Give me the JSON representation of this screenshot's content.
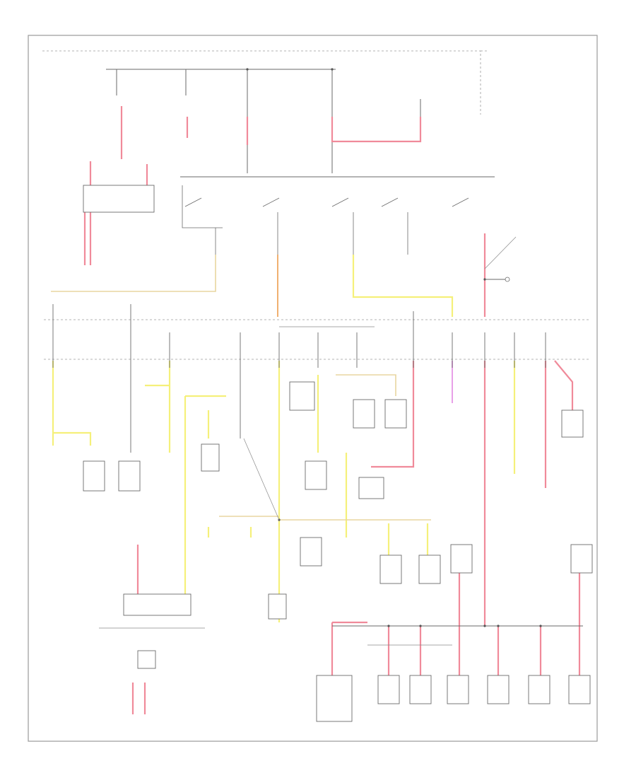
{
  "colors": {
    "red": "#f08a9a",
    "yellow": "#f5f07a",
    "orange": "#f0b070",
    "pink": "#e8a0e8",
    "line": "#6a6a6a"
  },
  "diagram": {
    "page_mark": "",
    "component_labels": [],
    "wires": [
      {
        "color": "red"
      },
      {
        "color": "red"
      },
      {
        "color": "red"
      },
      {
        "color": "red"
      },
      {
        "color": "yellow"
      },
      {
        "color": "yellow"
      },
      {
        "color": "yellow"
      },
      {
        "color": "orange"
      },
      {
        "color": "pink"
      }
    ]
  }
}
